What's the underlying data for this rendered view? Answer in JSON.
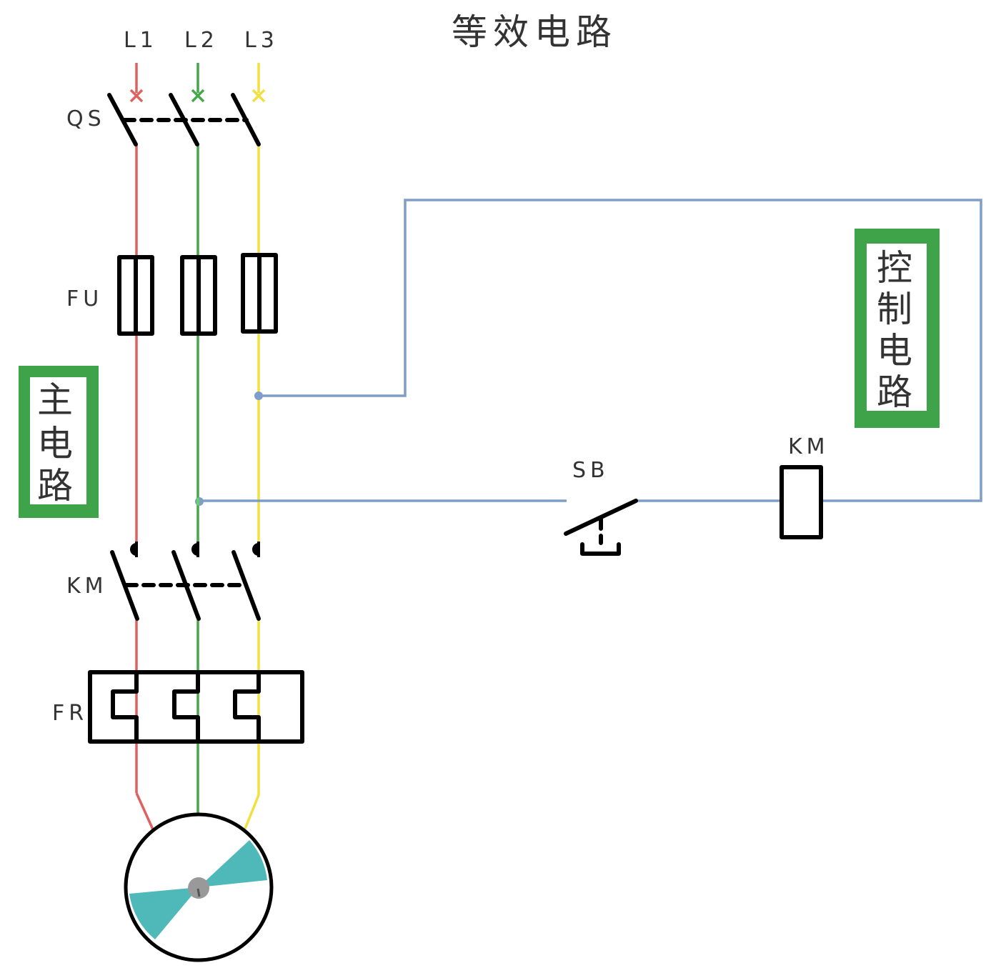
{
  "title": "等效电路",
  "phases": [
    {
      "label": "L1",
      "color": "#e06060"
    },
    {
      "label": "L2",
      "color": "#44a848"
    },
    {
      "label": "L3",
      "color": "#f0e040"
    }
  ],
  "components": {
    "qs": "QS",
    "fu": "FU",
    "km_main": "KM",
    "fr": "FR",
    "sb": "SB",
    "km_coil": "KM"
  },
  "sections": {
    "main_circuit": [
      "主",
      "电",
      "路"
    ],
    "control_circuit": [
      "控",
      "制",
      "电",
      "路"
    ]
  },
  "colors": {
    "control_wire": "#7e9dc8",
    "section_box": "#3fa34a",
    "motor_blade": "#4fb8b8",
    "motor_hub": "#999999"
  }
}
